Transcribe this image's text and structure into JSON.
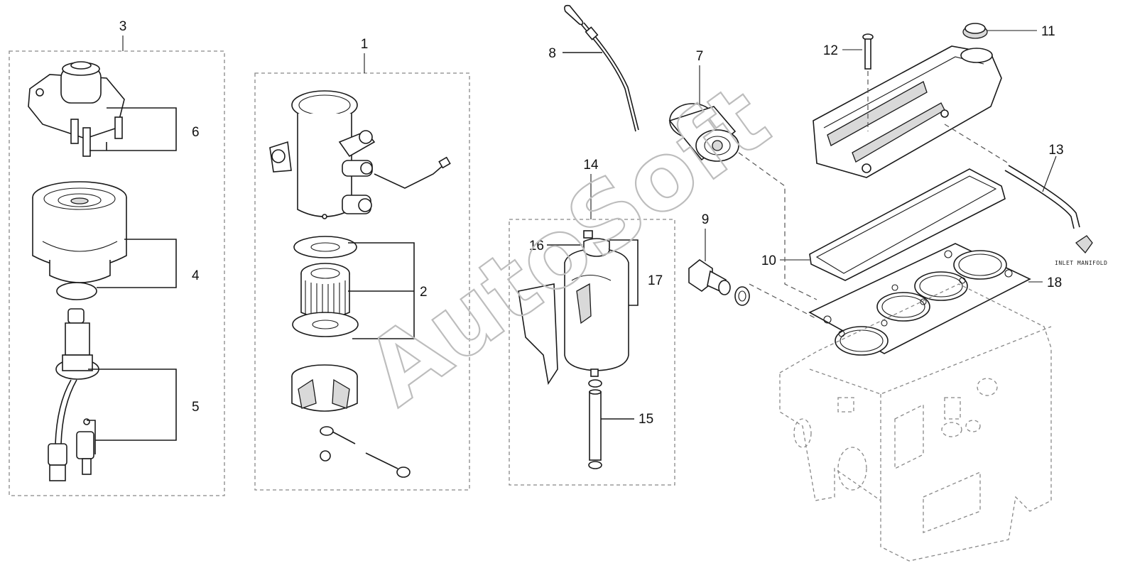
{
  "diagram": {
    "watermark": "AutoSoft",
    "side_note": "INLET MANIFOLD",
    "callouts": [
      "1",
      "2",
      "3",
      "4",
      "5",
      "6",
      "7",
      "8",
      "9",
      "10",
      "11",
      "12",
      "13",
      "14",
      "15",
      "16",
      "17",
      "18"
    ]
  }
}
